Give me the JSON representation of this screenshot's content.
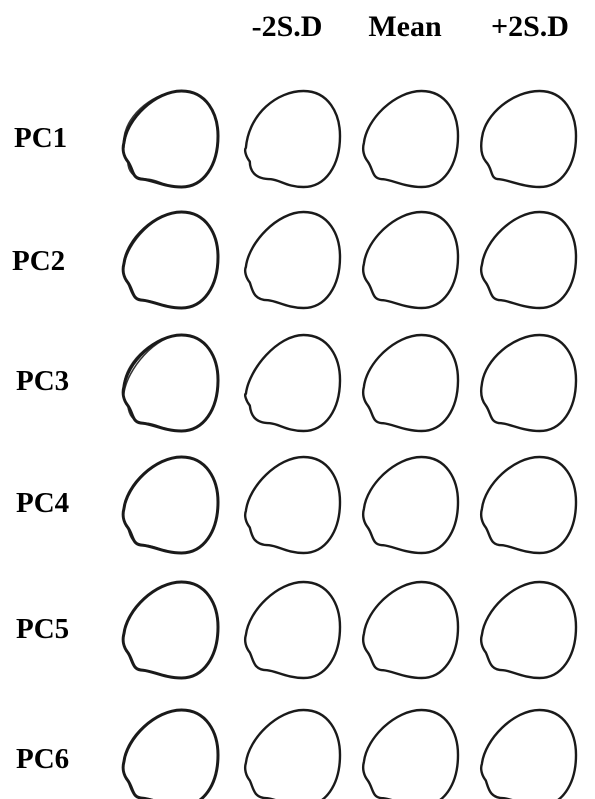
{
  "columns": [
    {
      "label": "-2S.D"
    },
    {
      "label": "Mean"
    },
    {
      "label": "+2S.D"
    }
  ],
  "rows": [
    {
      "label": "PC1"
    },
    {
      "label": "PC2"
    },
    {
      "label": "PC3"
    },
    {
      "label": "PC4"
    },
    {
      "label": "PC5"
    },
    {
      "label": "PC6"
    }
  ]
}
